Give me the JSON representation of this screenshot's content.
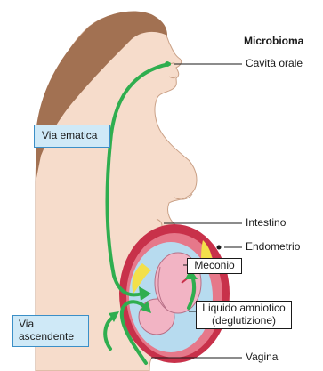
{
  "diagram": {
    "heading": "Microbioma",
    "labels": {
      "oral_cavity": "Cavità orale",
      "intestine": "Intestino",
      "endometrium": "Endometrio",
      "meconium": "Meconio",
      "amniotic_fluid_line1": "Liquido amniotico",
      "amniotic_fluid_line2": "(deglutizione)",
      "vagina": "Vagina"
    },
    "routes": {
      "hematic": "Via ematica",
      "ascending_line1": "Via",
      "ascending_line2": "ascendente"
    },
    "colors": {
      "skin": "#f6dccb",
      "skin_outline": "#caa187",
      "hair": "#a27152",
      "arrow_green": "#2fae4f",
      "route_box_fill": "#cfe9f7",
      "route_box_border": "#3b8fc7",
      "uterus_red": "#c8314a",
      "fetus_pink": "#f2b4c4",
      "amniotic_blue": "#b7dbef",
      "placenta": "#f3e04a"
    }
  }
}
